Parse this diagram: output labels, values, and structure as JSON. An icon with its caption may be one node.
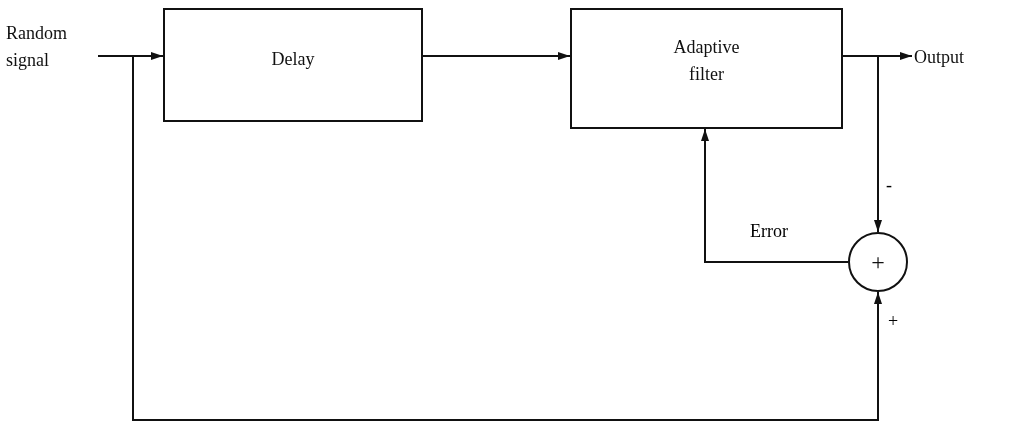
{
  "diagram": {
    "nodes": [
      {
        "text": [
          "Random signal"
        ]
      },
      {
        "text": [
          "Delay"
        ]
      },
      {
        "text": [
          "Adaptive filter"
        ]
      },
      {
        "text": [
          "Output"
        ]
      },
      {
        "text": [
          "+"
        ]
      }
    ],
    "edges": [
      {
        "from": 0,
        "to": 1,
        "arrow": "to"
      },
      {
        "from": 1,
        "to": 2,
        "arrow": "to"
      },
      {
        "from": 2,
        "to": 3,
        "arrow": "to"
      },
      {
        "from": 2,
        "to": 4,
        "arrow": "to",
        "label": "-"
      },
      {
        "from": 4,
        "to": 2,
        "arrow": "to",
        "label": "Error"
      },
      {
        "from": 0,
        "to": 4,
        "arrow": "to",
        "label": "+"
      }
    ]
  }
}
